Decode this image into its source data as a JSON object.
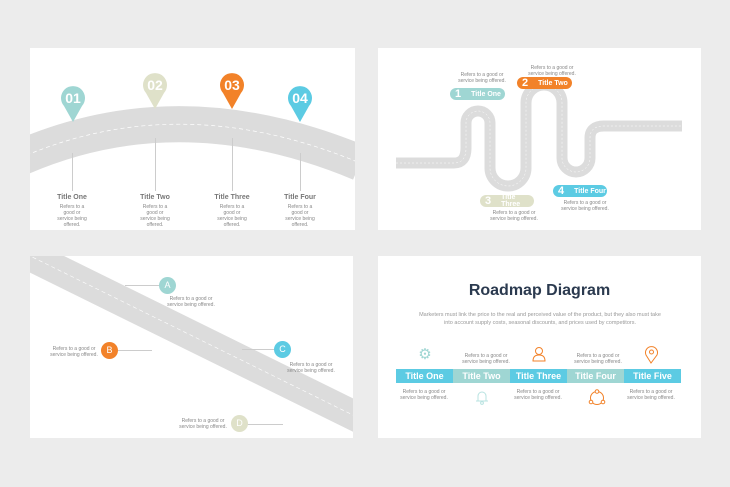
{
  "desc": "Refers to a good or service being offered.",
  "slide1": {
    "pins": [
      {
        "num": "01",
        "color": "#9fd6d3"
      },
      {
        "num": "02",
        "color": "#dfe1c9"
      },
      {
        "num": "03",
        "color": "#f28229"
      },
      {
        "num": "04",
        "color": "#5ccbe3"
      }
    ],
    "titles": [
      "Title One",
      "Title Two",
      "Title Three",
      "Title Four"
    ]
  },
  "slide2": {
    "items": [
      {
        "num": "1",
        "title": "Title One",
        "color": "#9fd6d3"
      },
      {
        "num": "2",
        "title": "Title Two",
        "color": "#f28229"
      },
      {
        "num": "3",
        "title": "Title Three",
        "color": "#dfe1c9"
      },
      {
        "num": "4",
        "title": "Title Four",
        "color": "#5ccbe3"
      }
    ]
  },
  "slide3": {
    "items": [
      {
        "letter": "A",
        "color": "#9fd6d3"
      },
      {
        "letter": "B",
        "color": "#f28229"
      },
      {
        "letter": "C",
        "color": "#5ccbe3"
      },
      {
        "letter": "D",
        "color": "#dfe1c9"
      }
    ]
  },
  "slide4": {
    "title": "Roadmap Diagram",
    "subtitle": "Marketers must link the price to the real and perceived value of the product, but they also must take into account supply costs, seasonal discounts, and prices used by competitors.",
    "steps": [
      {
        "title": "Title One",
        "icon": "gear-icon",
        "color": "#5ccbe3"
      },
      {
        "title": "Title Two",
        "icon": "bell-icon",
        "color": "#9fd6d3"
      },
      {
        "title": "Title Three",
        "icon": "user-icon",
        "color": "#5ccbe3"
      },
      {
        "title": "Title Four",
        "icon": "cycle-icon",
        "color": "#9fd6d3"
      },
      {
        "title": "Title Five",
        "icon": "map-pin-icon",
        "color": "#5ccbe3"
      }
    ]
  }
}
